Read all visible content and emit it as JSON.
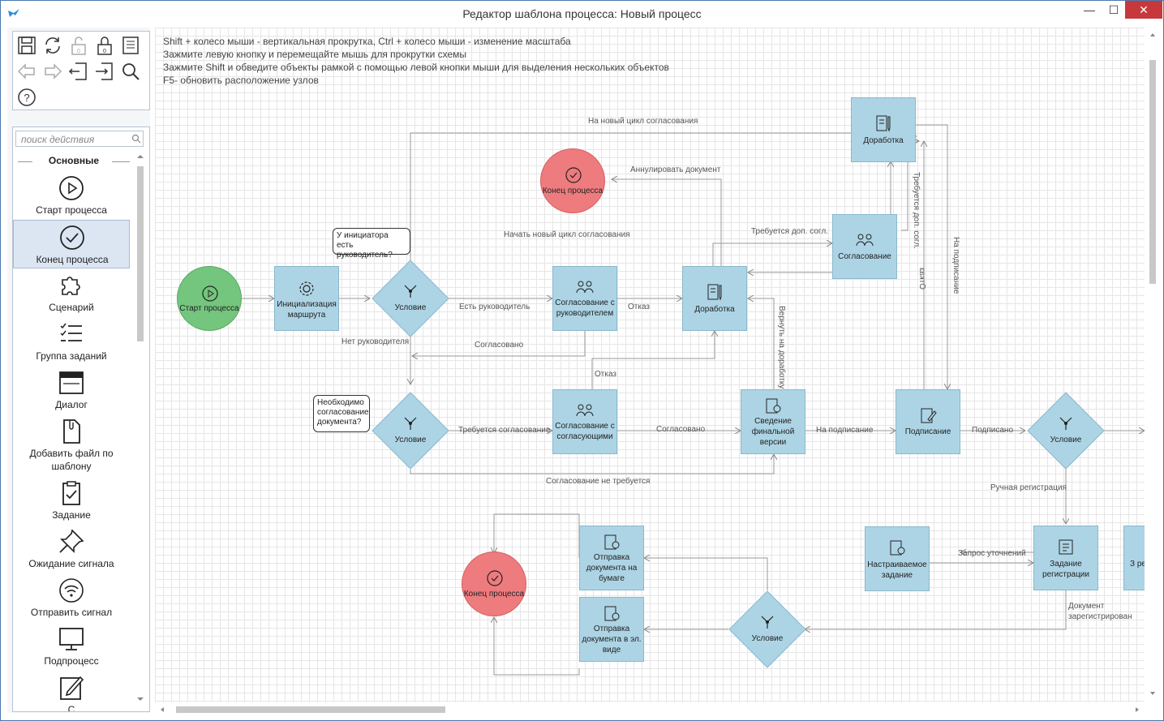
{
  "window": {
    "title": "Редактор шаблона процесса: Новый процесс",
    "min": "—",
    "max": "☐",
    "close": "✕"
  },
  "palette": {
    "search_placeholder": "поиск действия",
    "section": "Основные",
    "items": [
      {
        "label": "Старт процесса",
        "icon": "play-circle-icon"
      },
      {
        "label": "Конец процесса",
        "icon": "check-circle-icon",
        "selected": true
      },
      {
        "label": "Сценарий",
        "icon": "puzzle-icon"
      },
      {
        "label": "Группа заданий",
        "icon": "checklist-icon"
      },
      {
        "label": "Диалог",
        "icon": "dialog-window-icon"
      },
      {
        "label": "Добавить файл по шаблону",
        "icon": "file-template-icon"
      },
      {
        "label": "Задание",
        "icon": "clipboard-check-icon"
      },
      {
        "label": "Ожидание сигнала",
        "icon": "pin-icon"
      },
      {
        "label": "Отправить сигнал",
        "icon": "wireless-icon"
      },
      {
        "label": "Подпроцесс",
        "icon": "monitor-icon"
      },
      {
        "label": "С",
        "icon": "edit-icon"
      }
    ]
  },
  "hints": [
    "Shift + колесо мыши - вертикальная прокрутка, Ctrl + колесо мыши - изменение масштаба",
    "Зажмите левую кнопку и перемещайте мышь для прокрутки схемы",
    "Зажмите Shift и обведите объекты рамкой с помощью левой кнопки мыши для выделения нескольких объектов",
    "F5- обновить расположение узлов"
  ],
  "nodes": {
    "start": "Старт процесса",
    "init": "Инициализация маршрута",
    "cond1": "Условие",
    "appr_head": "Согласование с руководителем",
    "rework1": "Доработка",
    "end1": "Конец процесса",
    "rework_top": "Доработка",
    "appr_extra": "Согласование",
    "cond2": "Условие",
    "appr_many": "Согласование с согласующими",
    "final": "Сведение финальной версии",
    "sign": "Подписание",
    "cond3": "Условие",
    "reg_task": "Задание регистрации",
    "custom_task": "Настраиваемое задание",
    "send_paper": "Отправка документа на бумаге",
    "send_el": "Отправка документа в эл. виде",
    "cond4": "Условие",
    "end2": "Конец процесса",
    "partial_node": "З ре"
  },
  "callouts": {
    "c1": "У инициатора есть руководитель?",
    "c2": "Необходимо согласование документа?"
  },
  "edges": {
    "new_cycle": "На новый цикл согласования",
    "annul": "Аннулировать документ",
    "start_new_cycle": "Начать новый цикл согласования",
    "need_extra": "Требуется доп. согл.",
    "has_head": "Есть руководитель",
    "refuse1": "Отказ",
    "no_head": "Нет руководителя",
    "approved1": "Согласовано",
    "refuse2": "Отказ",
    "need_approval": "Требуется согласование",
    "approved2": "Согласовано",
    "to_sign": "На подписание",
    "signed": "Подписано",
    "no_approval": "Согласование не требуется",
    "manual_reg": "Ручная регистрация",
    "clarify": "Запрос уточнений",
    "registered": "Документ зарегистрирован",
    "return_rework": "Вернуть на доработку",
    "need_extra_v": "Требуется доп. согл.",
    "to_sign_v": "На подписание",
    "refuse_v": "Отказ"
  },
  "colors": {
    "task": "#add4e5",
    "start": "#74c57d",
    "end": "#ee7b7e"
  }
}
